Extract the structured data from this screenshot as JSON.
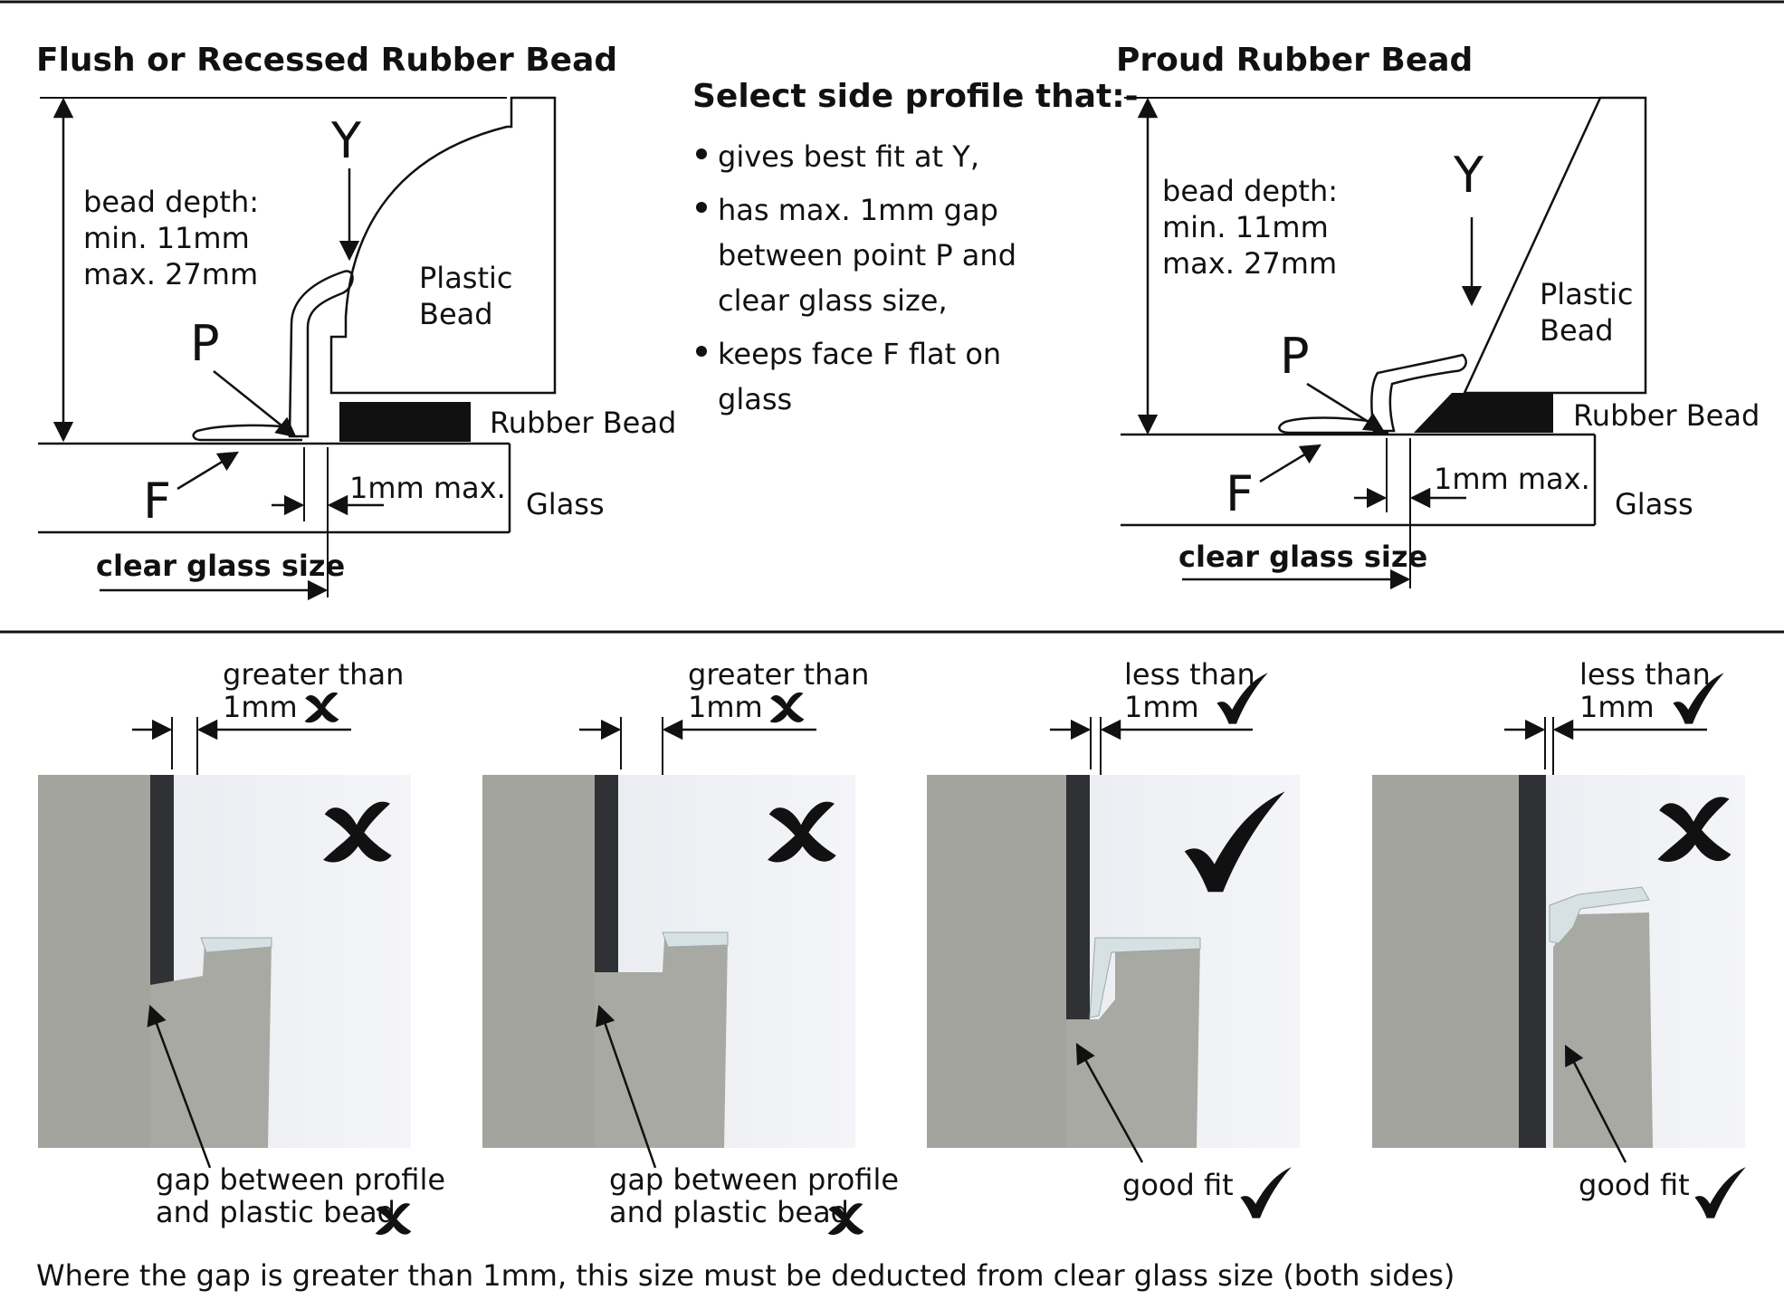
{
  "left_diagram": {
    "title": "Flush or Recessed Rubber Bead",
    "y_label": "Y",
    "depth_label": [
      "bead depth:",
      "min. 11mm",
      "max. 27mm"
    ],
    "plastic_bead": [
      "Plastic",
      "Bead"
    ],
    "p_label": "P",
    "rubber_bead": "Rubber Bead",
    "f_label": "F",
    "gap_label": "1mm max.",
    "glass_label": "Glass",
    "clear_glass": "clear glass size"
  },
  "instructions": {
    "heading": "Select side profile that:-",
    "bullets": [
      [
        "gives best fit at Y,"
      ],
      [
        "has max. 1mm gap",
        "between point P and",
        "clear glass size,"
      ],
      [
        "keeps face F flat on",
        "glass"
      ]
    ]
  },
  "right_diagram": {
    "title": "Proud Rubber Bead",
    "y_label": "Y",
    "depth_label": [
      "bead depth:",
      "min. 11mm",
      "max. 27mm"
    ],
    "plastic_bead": [
      "Plastic",
      "Bead"
    ],
    "p_label": "P",
    "rubber_bead": "Rubber Bead",
    "f_label": "F",
    "gap_label": "1mm max.",
    "glass_label": "Glass",
    "clear_glass": "clear glass size"
  },
  "photos": [
    {
      "gap_label": [
        "greater than",
        "1mm"
      ],
      "gap_mark": "cross",
      "photo_mark": "cross",
      "caption": [
        "gap between profile",
        "and plastic bead"
      ],
      "caption_mark": "cross"
    },
    {
      "gap_label": [
        "greater than",
        "1mm"
      ],
      "gap_mark": "cross",
      "photo_mark": "cross",
      "caption": [
        "gap between profile",
        "and plastic bead"
      ],
      "caption_mark": "cross"
    },
    {
      "gap_label": [
        "less than",
        "1mm"
      ],
      "gap_mark": "tick",
      "photo_mark": "tick",
      "caption": [
        "good fit"
      ],
      "caption_mark": "tick"
    },
    {
      "gap_label": [
        "less than",
        "1mm"
      ],
      "gap_mark": "tick",
      "photo_mark": "cross",
      "caption": [
        "good fit"
      ],
      "caption_mark": "tick"
    }
  ],
  "footer_note": "Where the gap is greater than 1mm, this size must be deducted from clear glass size (both sides)"
}
